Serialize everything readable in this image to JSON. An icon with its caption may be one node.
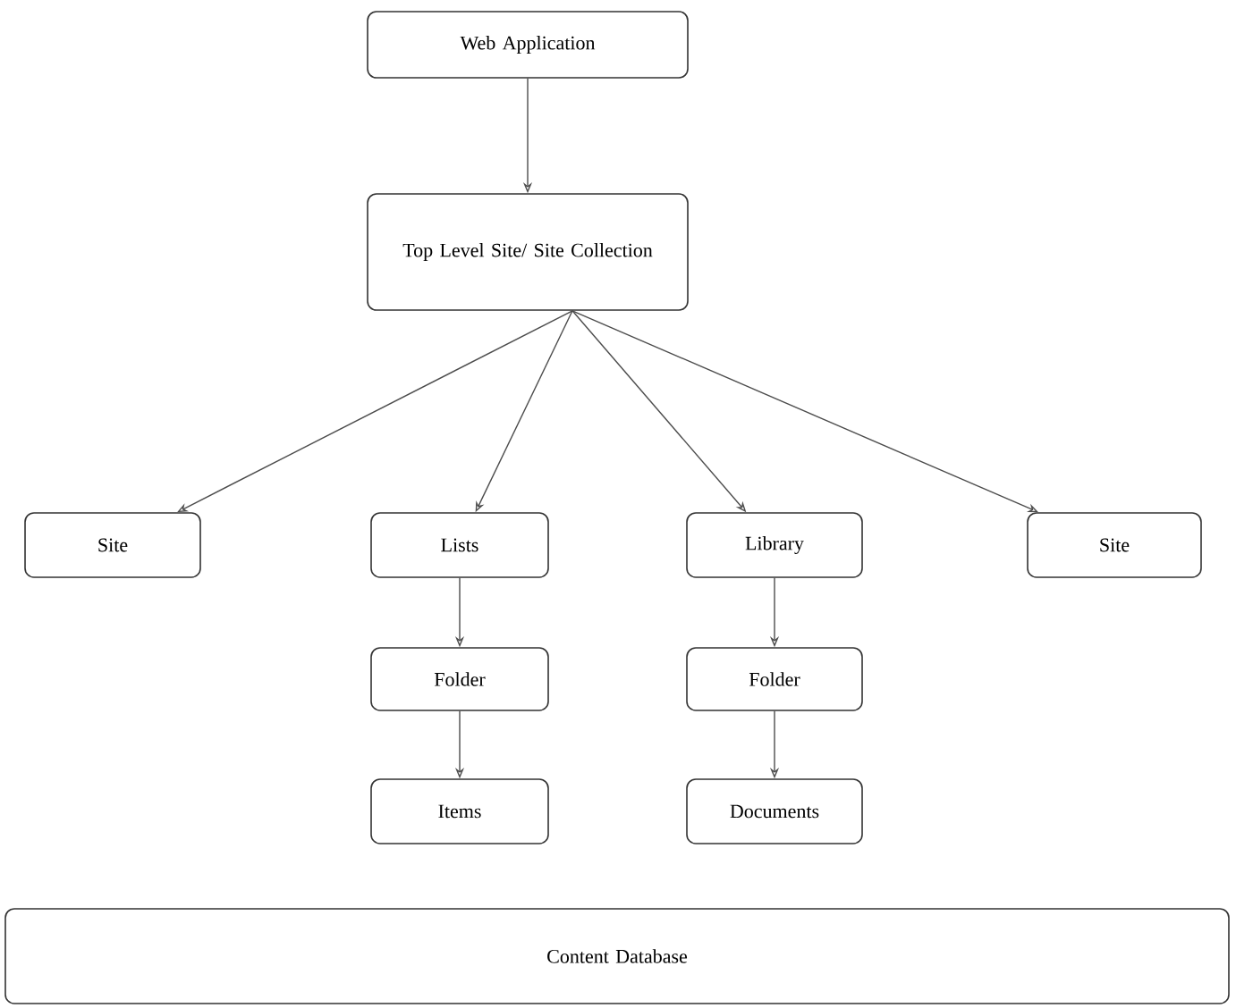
{
  "diagram": {
    "nodes": [
      {
        "text": [
          "Web Application"
        ]
      },
      {
        "text": [
          "Top Level Site/ Site Collection"
        ]
      },
      {
        "text": [
          "Site"
        ]
      },
      {
        "text": [
          "Lists"
        ]
      },
      {
        "text": [
          "Library"
        ]
      },
      {
        "text": [
          "Site"
        ]
      },
      {
        "text": [
          "Folder"
        ]
      },
      {
        "text": [
          "Folder"
        ]
      },
      {
        "text": [
          "Items"
        ]
      },
      {
        "text": [
          "Documents"
        ]
      },
      {
        "text": [
          "Content Database"
        ]
      }
    ],
    "edges": [
      {
        "from": 0,
        "to": 1,
        "arrow": "to"
      },
      {
        "from": 1,
        "to": 2,
        "arrow": "to"
      },
      {
        "from": 1,
        "to": 3,
        "arrow": "to"
      },
      {
        "from": 1,
        "to": 4,
        "arrow": "to"
      },
      {
        "from": 1,
        "to": 5,
        "arrow": "to"
      },
      {
        "from": 3,
        "to": 6,
        "arrow": "to"
      },
      {
        "from": 6,
        "to": 8,
        "arrow": "to"
      },
      {
        "from": 4,
        "to": 7,
        "arrow": "to"
      },
      {
        "from": 7,
        "to": 9,
        "arrow": "to"
      }
    ]
  }
}
